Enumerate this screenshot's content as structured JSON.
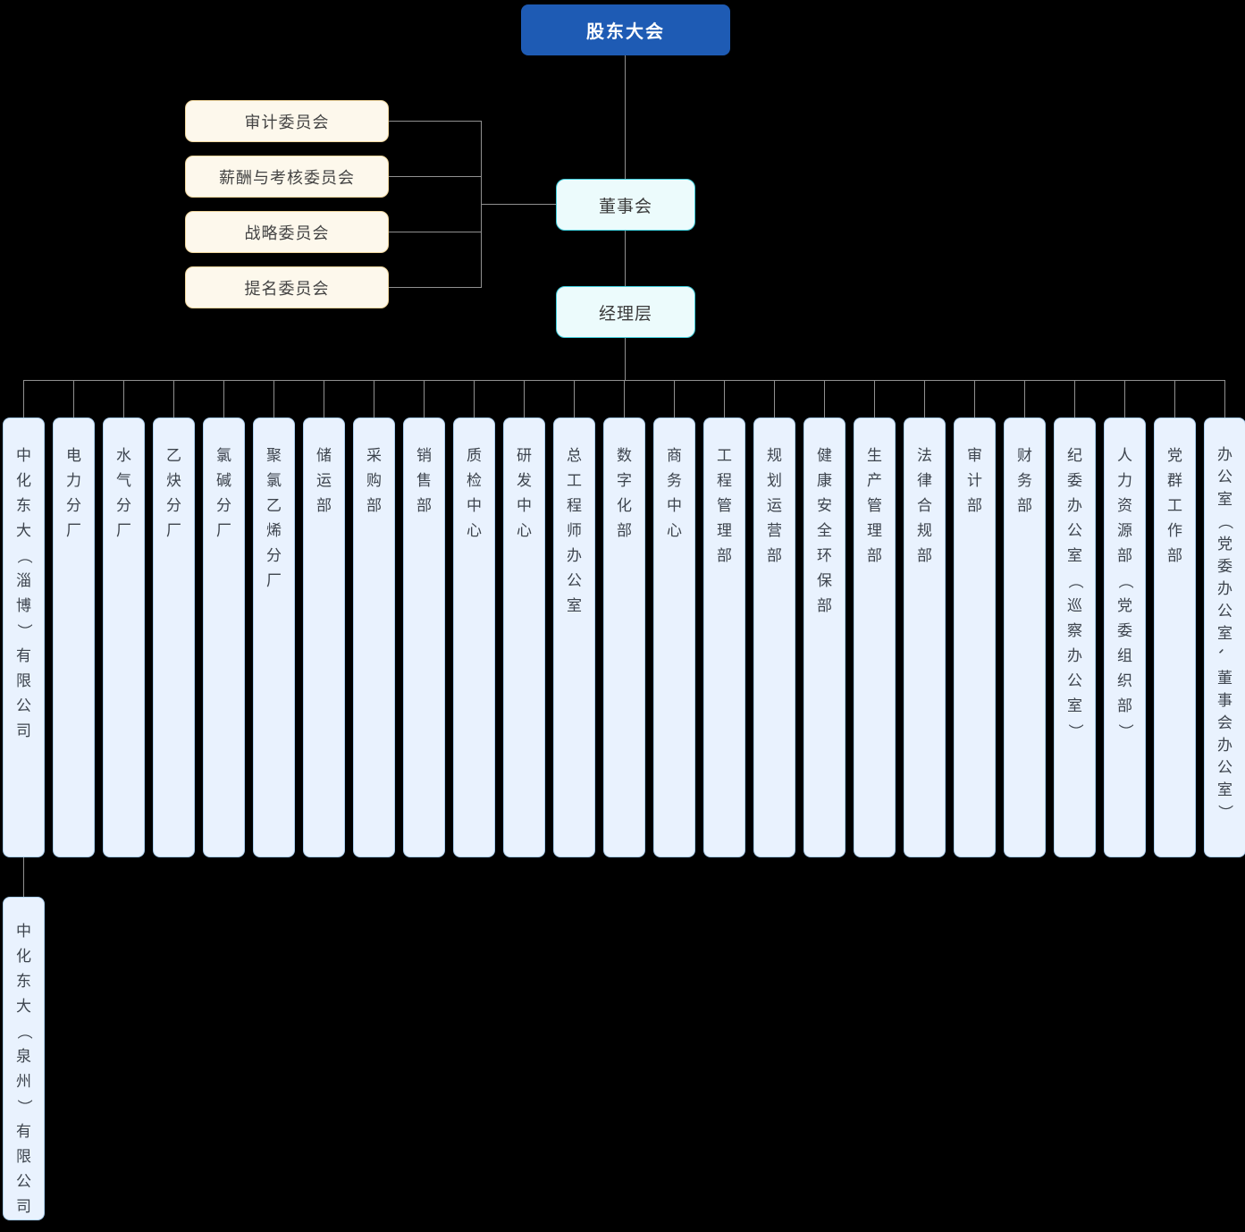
{
  "chart": {
    "root": {
      "label": "股东大会"
    },
    "committees": [
      {
        "label": "审计委员会"
      },
      {
        "label": "薪酬与考核委员会"
      },
      {
        "label": "战略委员会"
      },
      {
        "label": "提名委员会"
      }
    ],
    "board": {
      "label": "董事会"
    },
    "management": {
      "label": "经理层"
    },
    "departments": [
      {
        "label": "中化东大（淄博）有限公司",
        "children": [
          {
            "label": "中化东大（泉州）有限公司"
          }
        ]
      },
      {
        "label": "电力分厂"
      },
      {
        "label": "水气分厂"
      },
      {
        "label": "乙炔分厂"
      },
      {
        "label": "氯碱分厂"
      },
      {
        "label": "聚氯乙烯分厂"
      },
      {
        "label": "储运部"
      },
      {
        "label": "采购部"
      },
      {
        "label": "销售部"
      },
      {
        "label": "质检中心"
      },
      {
        "label": "研发中心"
      },
      {
        "label": "总工程师办公室"
      },
      {
        "label": "数字化部"
      },
      {
        "label": "商务中心"
      },
      {
        "label": "工程管理部"
      },
      {
        "label": "规划运营部"
      },
      {
        "label": "健康安全环保部"
      },
      {
        "label": "生产管理部"
      },
      {
        "label": "法律合规部"
      },
      {
        "label": "审计部"
      },
      {
        "label": "财务部"
      },
      {
        "label": "纪委办公室（巡察办公室）"
      },
      {
        "label": "人力资源部（党委组织部）"
      },
      {
        "label": "党群工作部"
      },
      {
        "label": "办公室（党委办公室、董事会办公室）"
      }
    ],
    "colors": {
      "root_bg": "#1e5bb4",
      "root_text": "#ffffff",
      "committee_bg": "#fdf8ec",
      "committee_border": "#f0d79e",
      "cyan_bg": "#ecfbfc",
      "cyan_border": "#3fccda",
      "dept_bg": "#e9f2fe",
      "dept_border": "#abd0f1",
      "line": "#909090",
      "text": "#444444"
    }
  }
}
